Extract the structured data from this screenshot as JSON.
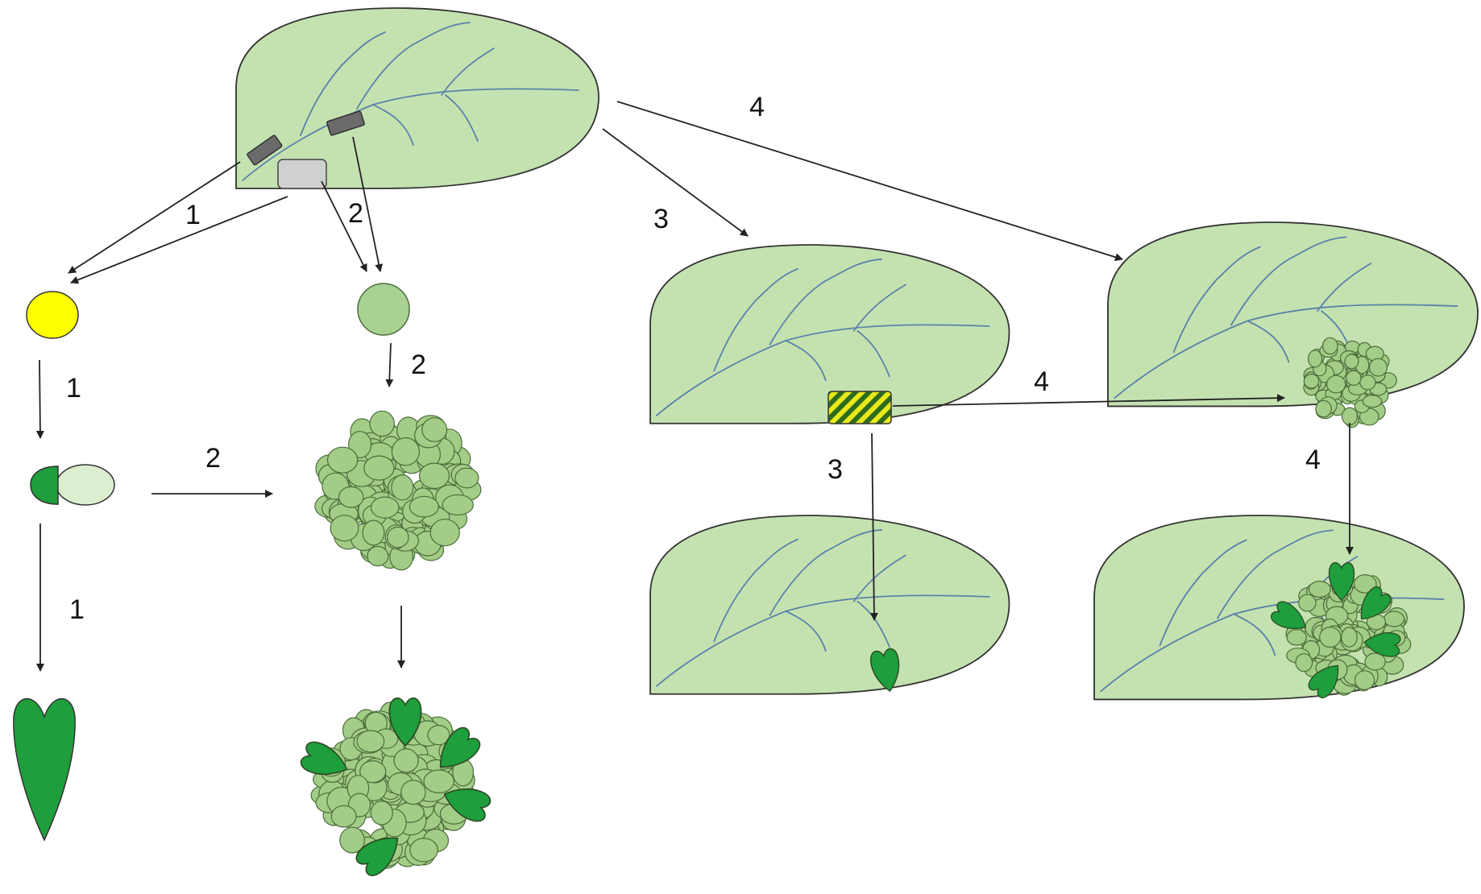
{
  "diagram": {
    "step_labels": {
      "route1_a": "1",
      "route1_b": "1",
      "route1_c": "1",
      "route2_a": "2",
      "route2_b": "2",
      "route2_c": "2",
      "route3_a": "3",
      "route3_b": "3",
      "route4_a": "4",
      "route4_b": "4",
      "route4_c": "4"
    },
    "colors": {
      "leaf_fill": "#c4e2b0",
      "leaf_outline": "#333333",
      "vein": "#5b82a8",
      "cell_fill": "#a3cc87",
      "cell_outline": "#4b6e3b",
      "embryo_green": "#1e9e3c",
      "microspore_yellow": "#ffff00",
      "explant_gray": "#6b6b6b",
      "explant_light": "#d0d0d0",
      "stripe_yellow": "#e8e81a",
      "stripe_green": "#2e6b1e",
      "arrow": "#222222"
    },
    "icons": [
      "leaf-icon",
      "anther-icon",
      "ovule-explant-icon",
      "microspore-icon",
      "protoplast-icon",
      "callus-icon",
      "somatic-embryo-icon",
      "striped-explant-icon"
    ]
  }
}
